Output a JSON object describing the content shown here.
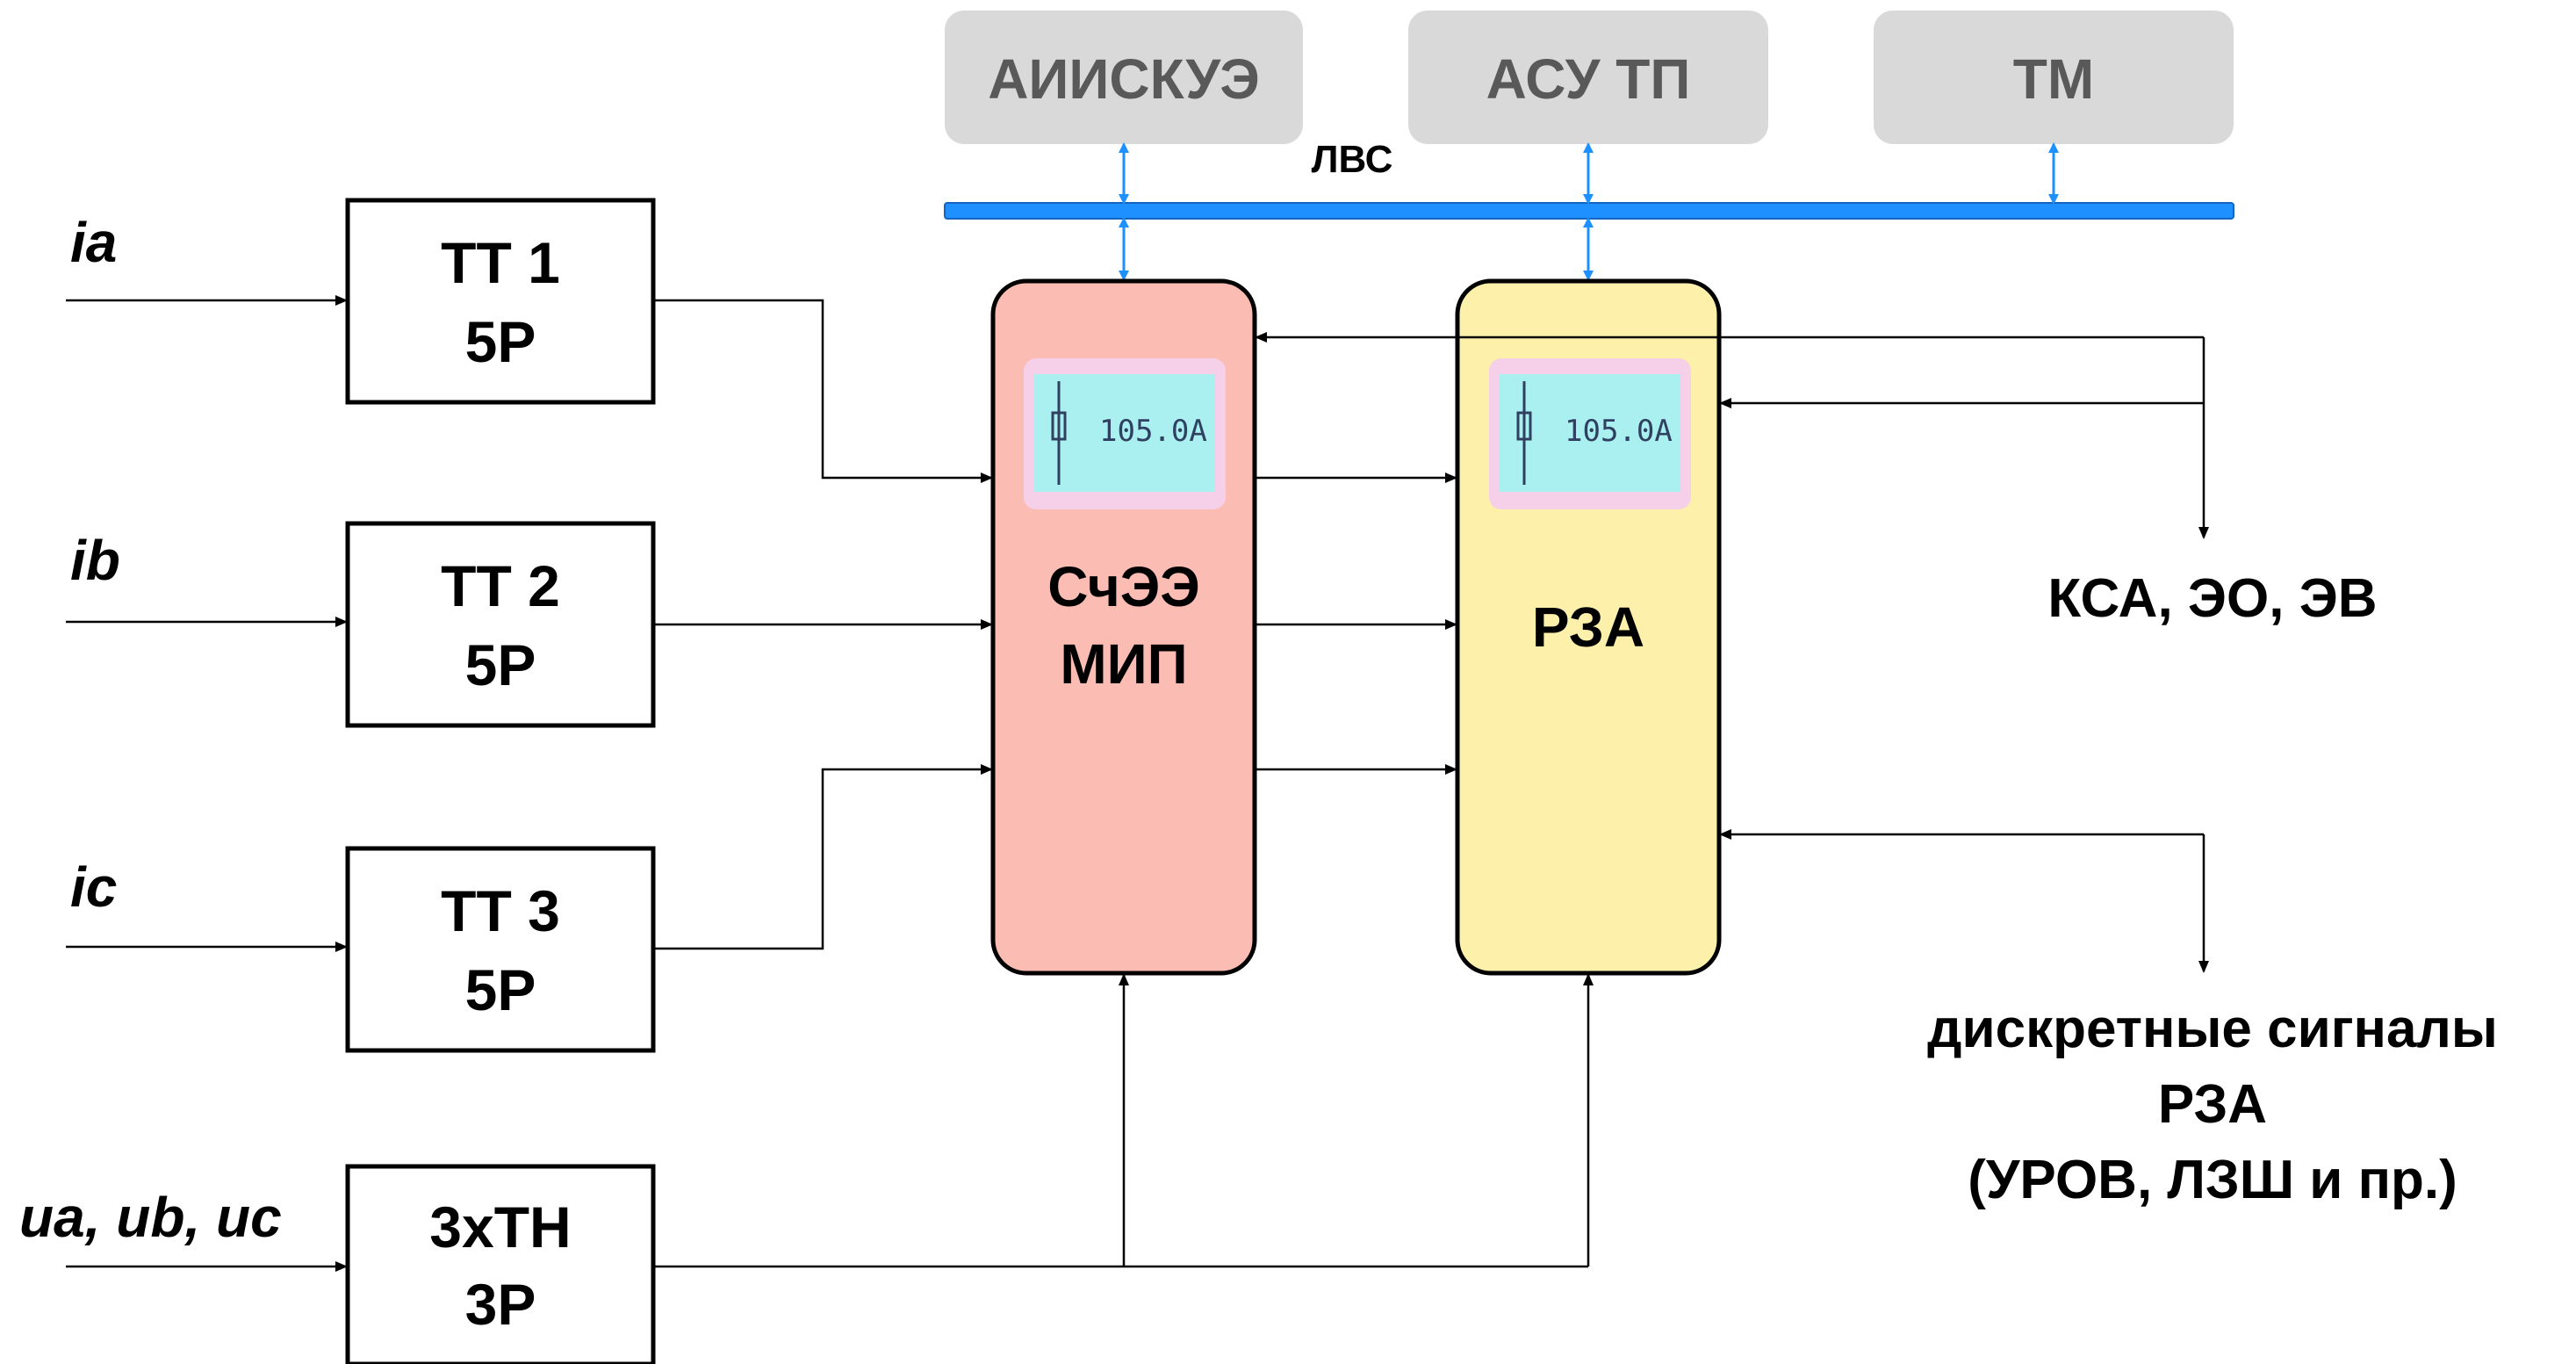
{
  "systems": {
    "aiiskue": "АИИСКУЭ",
    "asutp": "АСУ ТП",
    "tm": "ТМ"
  },
  "lan_label": "ЛВС",
  "inputs": {
    "ia": "ia",
    "ib": "ib",
    "ic": "ic",
    "voltages": "ua, ub, uc"
  },
  "transformers": {
    "tt1": {
      "line1": "ТТ 1",
      "line2": "5Р"
    },
    "tt2": {
      "line1": "ТТ 2",
      "line2": "5Р"
    },
    "tt3": {
      "line1": "ТТ 3",
      "line2": "5Р"
    },
    "tn": {
      "line1": "3хТН",
      "line2": "3Р"
    }
  },
  "meter": {
    "line1": "СчЭЭ",
    "line2": "МИП",
    "display": "105.0A",
    "fill": "#fbbcb3"
  },
  "relay": {
    "label": "РЗА",
    "display": "105.0A",
    "fill": "#fcf0ab"
  },
  "outputs": {
    "ksa": "КСА, ЭО, ЭВ",
    "discrete": {
      "line1": "дискретные сигналы",
      "line2": "РЗА",
      "line3": "(УРОВ, ЛЗШ и пр.)"
    }
  },
  "colors": {
    "system_box": "#d9d9d9",
    "system_text": "#595959",
    "lan_bus": "#1e90ff",
    "lcd": "#aaf0f0",
    "lcd_frame": "#f5d0e8"
  }
}
